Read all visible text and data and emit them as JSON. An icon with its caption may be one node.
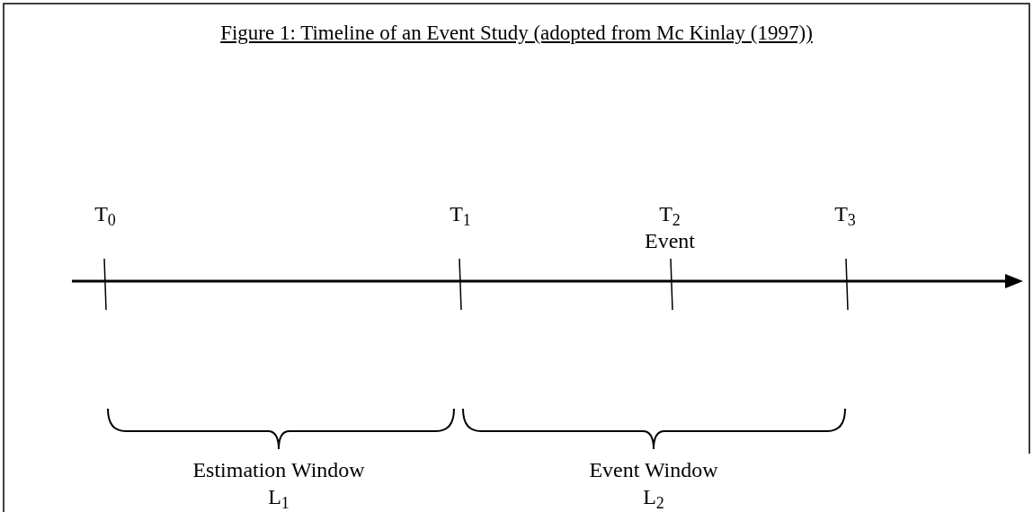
{
  "diagram": {
    "title": "Figure 1: Timeline of an Event Study (adopted from Mc Kinlay (1997))",
    "labels": [
      "T$_{0}$",
      "T$_{1}$",
      "T$_{2}$",
      "Event",
      "T$_{3}$",
      "Estimation Window",
      "L$_{1}$",
      "Event Window",
      "L$_{2}$"
    ]
  }
}
